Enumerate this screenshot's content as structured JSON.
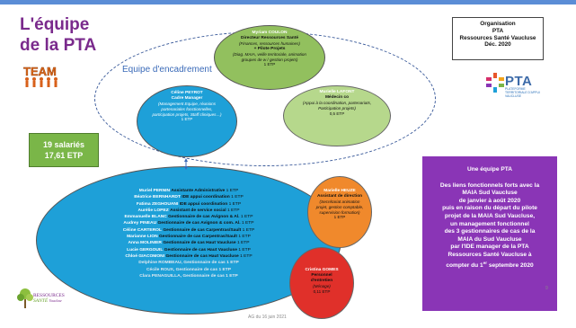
{
  "title": {
    "line1": "L'équipe",
    "line2": "de la PTA"
  },
  "team_logo": {
    "label": "TEAM"
  },
  "organisation": {
    "lines": [
      "Organisation",
      "PTA",
      "Ressources Santé Vaucluse",
      "Déc. 2020"
    ]
  },
  "pta_logo": {
    "name": "PTA",
    "subtitle": "PLATEFORME TERRITORIALE D'APPUI VAUCLUSE"
  },
  "equipe_label": "Equipe d'encadrement",
  "coulon": {
    "name": "Myriam COULON",
    "role1": "Directeur Ressources Santé",
    "desc1": "(Finances, ressources humaines)",
    "role2": "+ Pilote Projets",
    "desc2": "(Diag. MAIA, veille territoriale, animation groupes de w / gestion projets)",
    "etp": "1 ETP"
  },
  "peyrot": {
    "name": "Céline PEYROT",
    "role": "Cadre Manager",
    "desc": "(Management Equipe, réunions partenariales fonctionnelles, participation projets, Staff cliniques…)",
    "etp": "1 ETP"
  },
  "lafont": {
    "name": "Murielle LAFONT",
    "role": "Médecin co",
    "desc": "(Appui à la coordination, partenariats, Participation projets)",
    "etp": "0,5 ETP"
  },
  "salaries": {
    "line1": "19 salariés",
    "line2": "17,61 ETP"
  },
  "team": [
    {
      "name": "Muriel PERNIN",
      "role": "Assistante Administrative",
      "etp": "1 ETP",
      "faded": false
    },
    {
      "name": "Béatrice BERNHARDT",
      "role": "IDE appui coordination",
      "etp": "1 ETP",
      "faded": false
    },
    {
      "name": "Fatima ZEGHOUANI",
      "role": "IDE appui coordination",
      "etp": "1 ETP",
      "faded": false
    },
    {
      "name": "Aurélie LOPEZ",
      "role": "Assistant de service social",
      "etp": "1 ETP",
      "faded": false
    },
    {
      "name": "Emmanuelle BLANC",
      "role": "Gestionnaire de cas Avignon & Al.",
      "etp": "1 ETP",
      "faded": false
    },
    {
      "name": "Audrey PINEAU",
      "role": "Gestionnaire de cas Avignon & com. Al.",
      "etp": "1 ETP",
      "faded": false
    },
    {
      "name": "Céline CARTEROL",
      "role": "Gestionnaire de cas Carpentras/Sault",
      "etp": "1 ETP",
      "faded": false
    },
    {
      "name": "Marianne LION",
      "role": "Gestionnaire de cas Carpentras/Sault",
      "etp": "1 ETP",
      "faded": false
    },
    {
      "name": "Anna MOLINIER",
      "role": "Gestionnaire de cas Haut Vaucluse",
      "etp": "1 ETP",
      "faded": false
    },
    {
      "name": "Lucie GERGOUIL",
      "role": "Gestionnaire de cas Haut Vaucluse",
      "etp": "1 ETP",
      "faded": false
    },
    {
      "name": "Chloé GIACOMONI",
      "role": "Gestionnaire de cas Haut Vaucluse",
      "etp": "1 ETP",
      "faded": false
    },
    {
      "name": "Delphine ROMBEAU,",
      "role": "Gestionnaire de cas",
      "etp": "1 ETP",
      "faded": true
    },
    {
      "name": "Cécile ROUX,",
      "role": "Gestionnaire de cas",
      "etp": "1 ETP",
      "faded": true
    },
    {
      "name": "Clara PENAGUILLA,",
      "role": "Gestionnaire de cas",
      "etp": "1 ETP",
      "faded": true
    }
  ],
  "heuze": {
    "name": "Marielle HEUZE",
    "role": "Assistant de direction",
    "desc": "(Secrétariat animation projet, gestion comptable, supervision formation)",
    "etp": "1 ETP"
  },
  "gomes": {
    "name": "Cristina GOMES",
    "role": "Personnel d'entretien",
    "desc": "(Ménage)",
    "etp": "0,11 ETP"
  },
  "purple": {
    "title": "Une équipe PTA",
    "body": [
      "Des liens fonctionnels forts avec la",
      "MAIA Sud Vaucluse",
      "de janvier à août 2020",
      "puis en raison du départ du pilote",
      "projet de la MAIA Sud Vaucluse,",
      "un management fonctionnel",
      "des 3 gestionnaires de cas de la",
      "MAIA du Sud Vaucluse",
      "par l'IDE manager de la PTA",
      "Ressources Santé Vaucluse à"
    ],
    "last_prefix": "compter du 1",
    "last_sup": "er",
    "last_suffix": " septembre 2020"
  },
  "rs_logo": {
    "line1": "RESSOURCES",
    "line2": "SANTÉ",
    "line3": "Vaucluse"
  },
  "footer": "AG du 16 juin 2021",
  "page_number": "9",
  "colors": {
    "title_purple": "#7a2a8c",
    "green": "#92c05e",
    "light_green": "#b6d88c",
    "blue": "#1ea0d8",
    "orange": "#f0892c",
    "red": "#e0302a",
    "purple_box": "#8a35b6",
    "salaries_green": "#7ab648"
  }
}
